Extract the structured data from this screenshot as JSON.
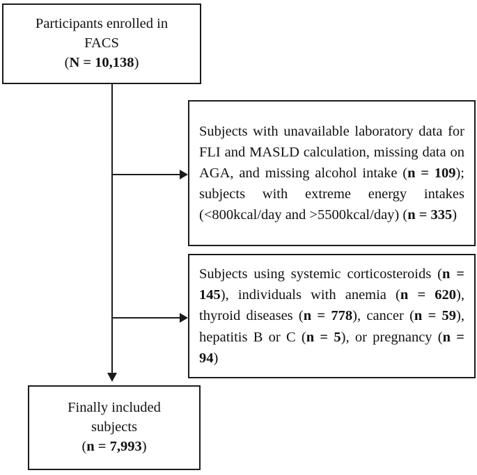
{
  "diagram": {
    "type": "participant-flow-chart",
    "title": "Study participant flow",
    "line_color": "#1b1b1b",
    "background_color": "#ffffff"
  },
  "nodes": {
    "enrolled": {
      "name": "participants-enrolled",
      "line1": "Participants enrolled in",
      "line2": "FACS",
      "count_prefix": "(",
      "count_label": "N = 10,138",
      "count_suffix": ")",
      "count_value": 10138,
      "count_symbol": "N"
    },
    "exclusion_1": {
      "name": "exclusion-lab-data",
      "text_plain": "Subjects with unavailable laboratory data for FLI and MASLD calculation, missing data on AGA, and missing alcohol intake (n = 109); subjects with extreme energy intakes (<800kcal/day and >5500kcal/day) (n = 335)",
      "segment_1": "Subjects with unavailable laboratory data for FLI and MASLD calculation, missing data on AGA, and missing alcohol intake (",
      "bold_1": "n = 109",
      "segment_2": "); subjects with extreme energy intakes (<800kcal/day and >5500kcal/day) (",
      "bold_2": "n = 335",
      "segment_3": ")",
      "counts": [
        {
          "reason": "missing laboratory data for FLI and MASLD calculation, missing AGA data, missing alcohol intake",
          "n": 109
        },
        {
          "reason": "extreme energy intakes (<800kcal/day and >5500kcal/day)",
          "n": 335
        }
      ]
    },
    "exclusion_2": {
      "name": "exclusion-conditions",
      "text_plain": "Subjects using systemic corticosteroids (n = 145), individuals with anemia (n = 620), thyroid diseases (n = 778), cancer (n = 59), hepatitis B or C (n = 5), or pregnancy (n = 94)",
      "segment_1": "Subjects using systemic corticosteroids (",
      "bold_1": "n = 145",
      "segment_2": "), individuals with anemia (",
      "bold_2": "n = 620",
      "segment_3": "), thyroid diseases (",
      "bold_3": "n = 778",
      "segment_4": "), cancer (",
      "bold_4": "n = 59",
      "segment_5": "), hepatitis B or C (",
      "bold_5": "n = 5",
      "segment_6": "), or pregnancy (",
      "bold_6": "n = 94",
      "segment_7": ")",
      "counts": [
        {
          "reason": "using systemic corticosteroids",
          "n": 145
        },
        {
          "reason": "individuals with anemia",
          "n": 620
        },
        {
          "reason": "thyroid diseases",
          "n": 778
        },
        {
          "reason": "cancer",
          "n": 59
        },
        {
          "reason": "hepatitis B or C",
          "n": 5
        },
        {
          "reason": "pregnancy",
          "n": 94
        }
      ]
    },
    "included": {
      "name": "finally-included-subjects",
      "line1": "Finally included",
      "line2": "subjects",
      "count_prefix": "(",
      "count_label": "n = 7,993",
      "count_suffix": ")",
      "count_value": 7993,
      "count_symbol": "n"
    }
  },
  "connectors": {
    "trunk": {
      "name": "main-vertical-connector",
      "from": "enrolled",
      "to": "included"
    },
    "branch_1": {
      "name": "branch-to-exclusion-1",
      "from": "trunk",
      "to": "exclusion_1"
    },
    "branch_2": {
      "name": "branch-to-exclusion-2",
      "from": "trunk",
      "to": "exclusion_2"
    }
  }
}
